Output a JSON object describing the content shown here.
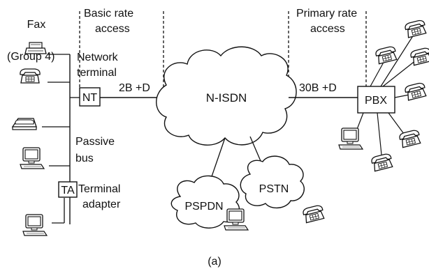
{
  "diagram": {
    "labels": {
      "fax": "Fax",
      "fax_group": "(Group 4)",
      "basic_rate_1": "Basic rate",
      "basic_rate_2": "access",
      "network_terminal_1": "Network",
      "network_terminal_2": "terminal",
      "nt": "NT",
      "link_basic": "2B +D",
      "n_isdn": "N-ISDN",
      "primary_rate_1": "Primary rate",
      "primary_rate_2": "access",
      "link_primary": "30B +D",
      "pbx": "PBX",
      "passive_bus_1": "Passive",
      "passive_bus_2": "bus",
      "ta": "TA",
      "terminal_adapter_1": "Terminal",
      "terminal_adapter_2": "adapter",
      "pspdn": "PSPDN",
      "pstn": "PSTN",
      "caption": "(a)"
    },
    "icons": {
      "fax": "fax-machine-icon",
      "phone": "telephone-icon",
      "computer": "computer-terminal-icon",
      "cloud": "network-cloud-icon"
    },
    "colors": {
      "stroke": "#111111",
      "background": "#ffffff"
    }
  }
}
